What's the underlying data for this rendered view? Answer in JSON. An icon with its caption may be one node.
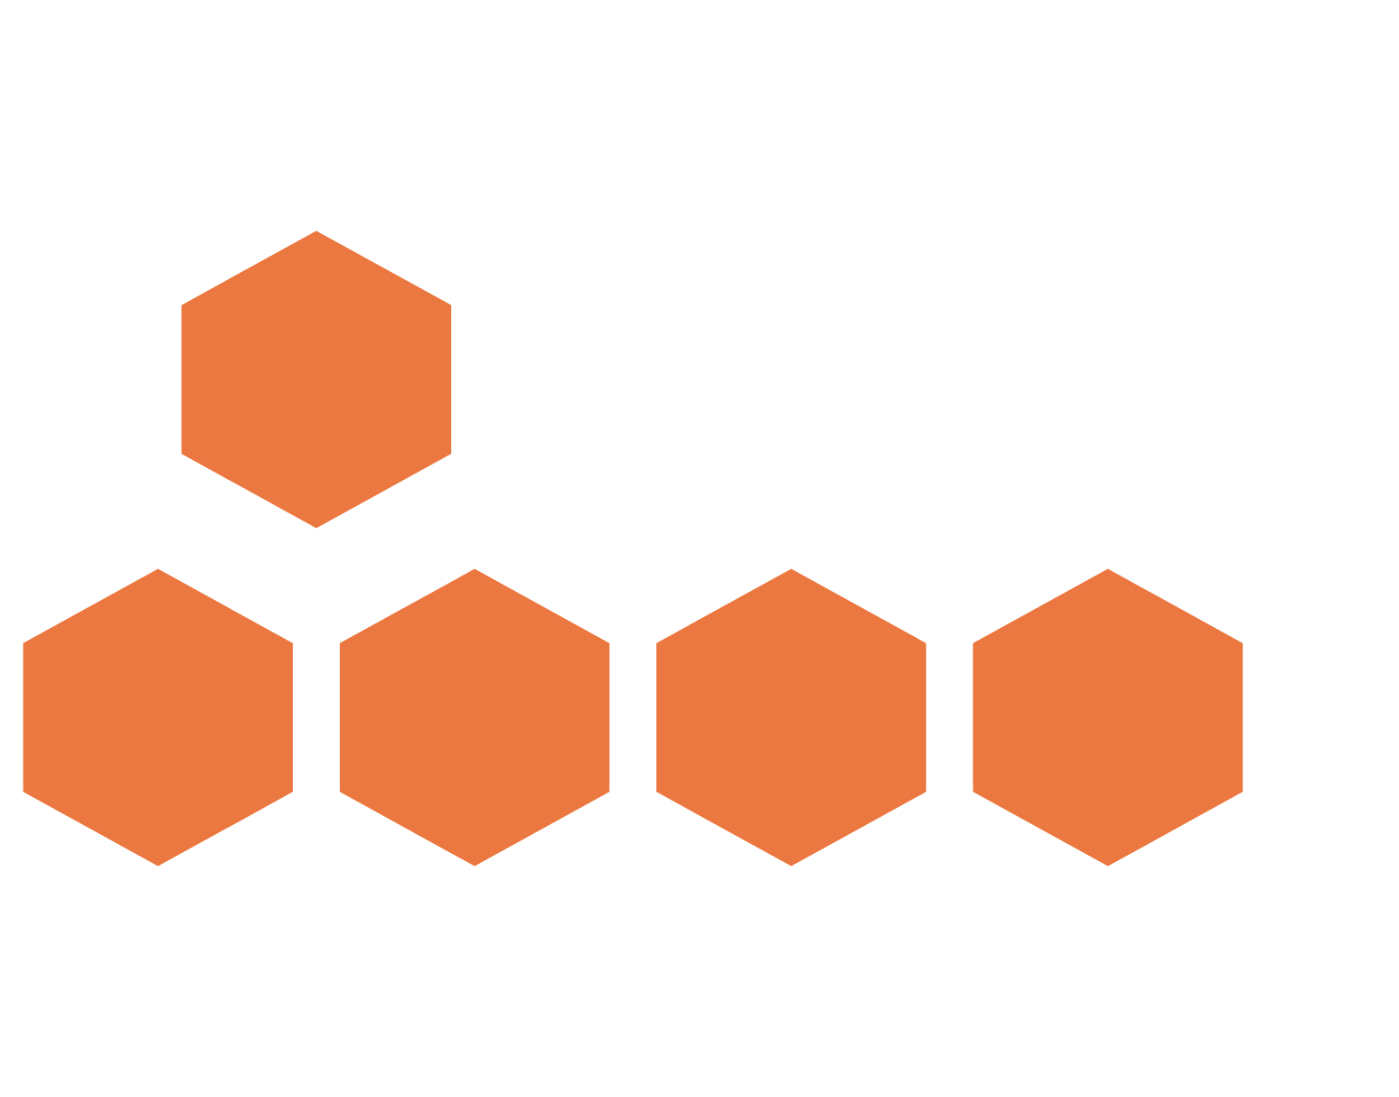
{
  "diagram": {
    "nodes": [
      {
        "text": [],
        "shape": "hexagon"
      },
      {
        "text": [],
        "shape": "hexagon"
      },
      {
        "text": [],
        "shape": "hexagon"
      },
      {
        "text": [],
        "shape": "hexagon"
      },
      {
        "text": [],
        "shape": "hexagon"
      }
    ]
  }
}
